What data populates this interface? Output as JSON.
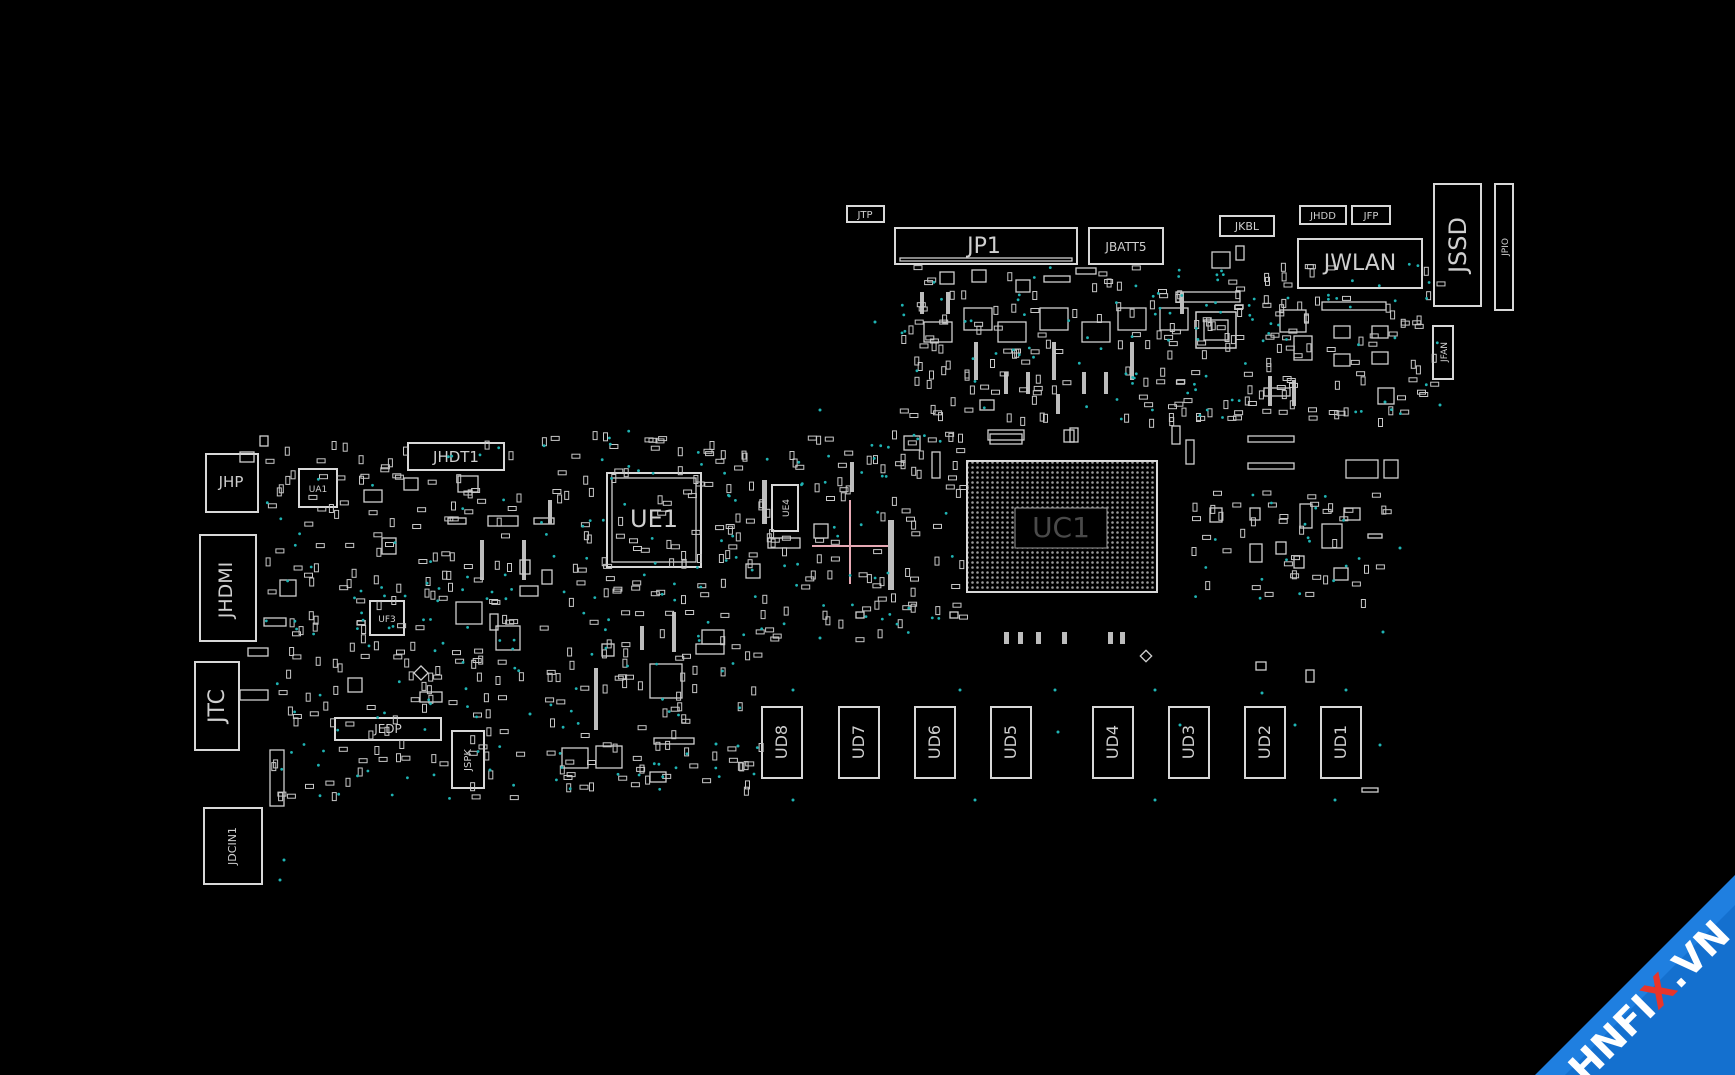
{
  "board": {
    "background": "#000000",
    "outline_color": "#d8d8d8",
    "via_color": "#1fb3b3",
    "probe_color": "#e6a9b4"
  },
  "components": {
    "jtp": "JTP",
    "jp1": "JP1",
    "jbatt": "JBATT5",
    "jkbl": "JKBL",
    "jhdd": "JHDD",
    "jfp": "JFP",
    "jwlan": "JWLAN",
    "jssd": "JSSD",
    "jpio": "JPIO",
    "jfan": "JFAN",
    "jhp": "JHP",
    "ua1": "UA1",
    "jhdt1": "JHDT1",
    "ue1": "UE1",
    "ue4": "UE4",
    "uc1": "UC1",
    "jhdmi": "JHDMI",
    "uf3": "UF3",
    "jtc": "JTC",
    "jedp": "JEDP",
    "jspk": "JSPK",
    "jdcin1": "JDCIN1",
    "ud8": "UD8",
    "ud7": "UD7",
    "ud6": "UD6",
    "ud5": "UD5",
    "ud4": "UD4",
    "ud3": "UD3",
    "ud2": "UD2",
    "ud1": "UD1"
  },
  "watermark": {
    "part1": "HNF",
    "part2": "I",
    "part3": "X",
    "part4": ".VN",
    "bg_color": "#1f7fe0",
    "text_color": "#ffffff",
    "accent_color": "#e8352b"
  }
}
